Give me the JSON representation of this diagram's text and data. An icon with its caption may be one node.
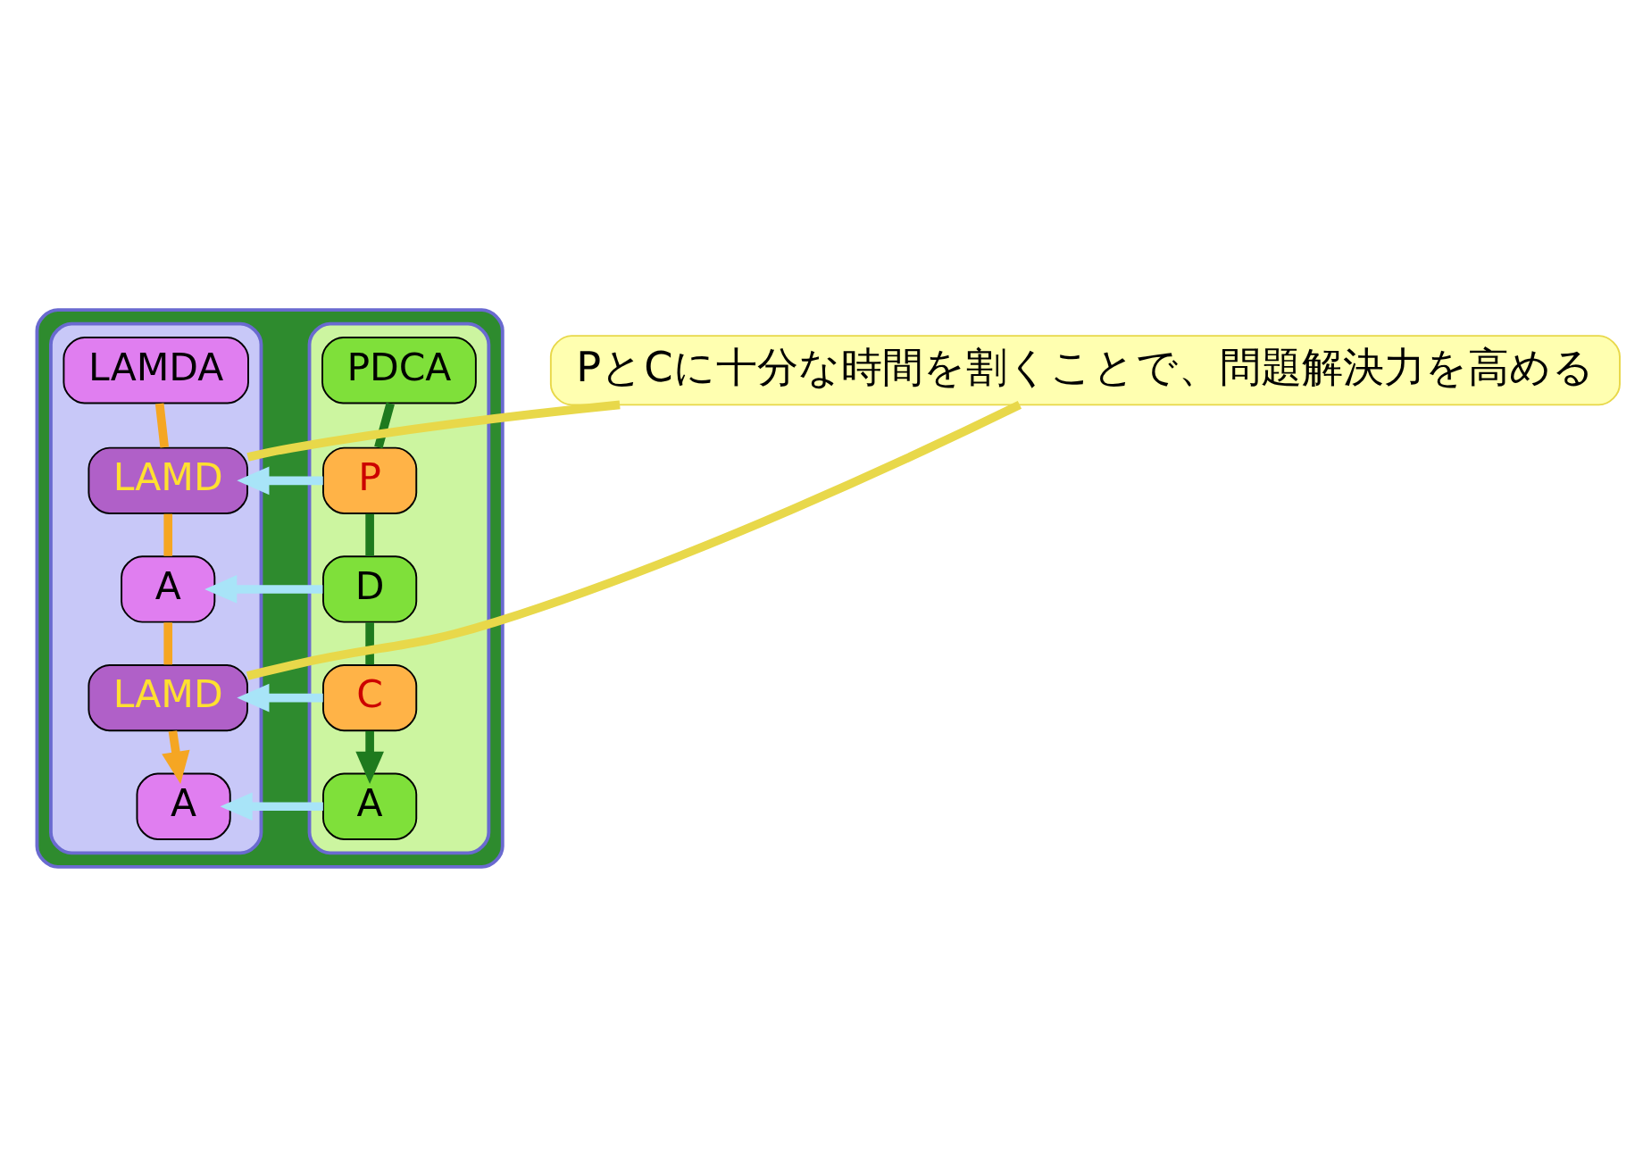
{
  "diagram": {
    "nodes": [
      {
        "text": [],
        "shape": "box"
      },
      {
        "text": [],
        "shape": "box",
        "in": 0
      },
      {
        "text": [
          "PDCA"
        ],
        "in": 1
      },
      {
        "text": [
          "P"
        ],
        "in": 1
      },
      {
        "text": [
          "D"
        ],
        "in": 1
      },
      {
        "text": [
          "C"
        ],
        "in": 1
      },
      {
        "text": [
          "A"
        ],
        "in": 1
      },
      {
        "text": [],
        "shape": "box",
        "in": 0
      },
      {
        "text": [
          "LAMDA"
        ],
        "in": 7
      },
      {
        "text": [
          "LAMD"
        ],
        "in": 7
      },
      {
        "text": [
          "A"
        ],
        "in": 7
      },
      {
        "text": [
          "LAMD"
        ],
        "in": 7
      },
      {
        "text": [
          "A"
        ],
        "in": 7
      },
      {
        "text": [
          "PとCに十分な時間を割くことで、問題解決力を高める"
        ]
      }
    ],
    "edges": [
      {
        "from": 2,
        "to": 3,
        "arrow": "none",
        "color": "#1e7a1e"
      },
      {
        "from": 3,
        "to": 4,
        "arrow": "none",
        "color": "#1e7a1e"
      },
      {
        "from": 4,
        "to": 5,
        "arrow": "none",
        "color": "#1e7a1e"
      },
      {
        "from": 5,
        "to": 6,
        "arrow": "to",
        "color": "#1e7a1e"
      },
      {
        "from": 8,
        "to": 9,
        "arrow": "none",
        "color": "#f5a623"
      },
      {
        "from": 9,
        "to": 10,
        "arrow": "none",
        "color": "#f5a623"
      },
      {
        "from": 10,
        "to": 11,
        "arrow": "none",
        "color": "#f5a623"
      },
      {
        "from": 11,
        "to": 12,
        "arrow": "to",
        "color": "#f5a623"
      },
      {
        "from": 3,
        "to": 9,
        "arrow": "to",
        "color": "#a8e4f8"
      },
      {
        "from": 4,
        "to": 10,
        "arrow": "to",
        "color": "#a8e4f8"
      },
      {
        "from": 5,
        "to": 11,
        "arrow": "to",
        "color": "#a8e4f8"
      },
      {
        "from": 6,
        "to": 12,
        "arrow": "to",
        "color": "#a8e4f8"
      },
      {
        "from": 13,
        "to": 9,
        "arrow": "none",
        "color": "#e8d84a"
      },
      {
        "from": 13,
        "to": 11,
        "arrow": "none",
        "color": "#e8d84a"
      }
    ]
  }
}
